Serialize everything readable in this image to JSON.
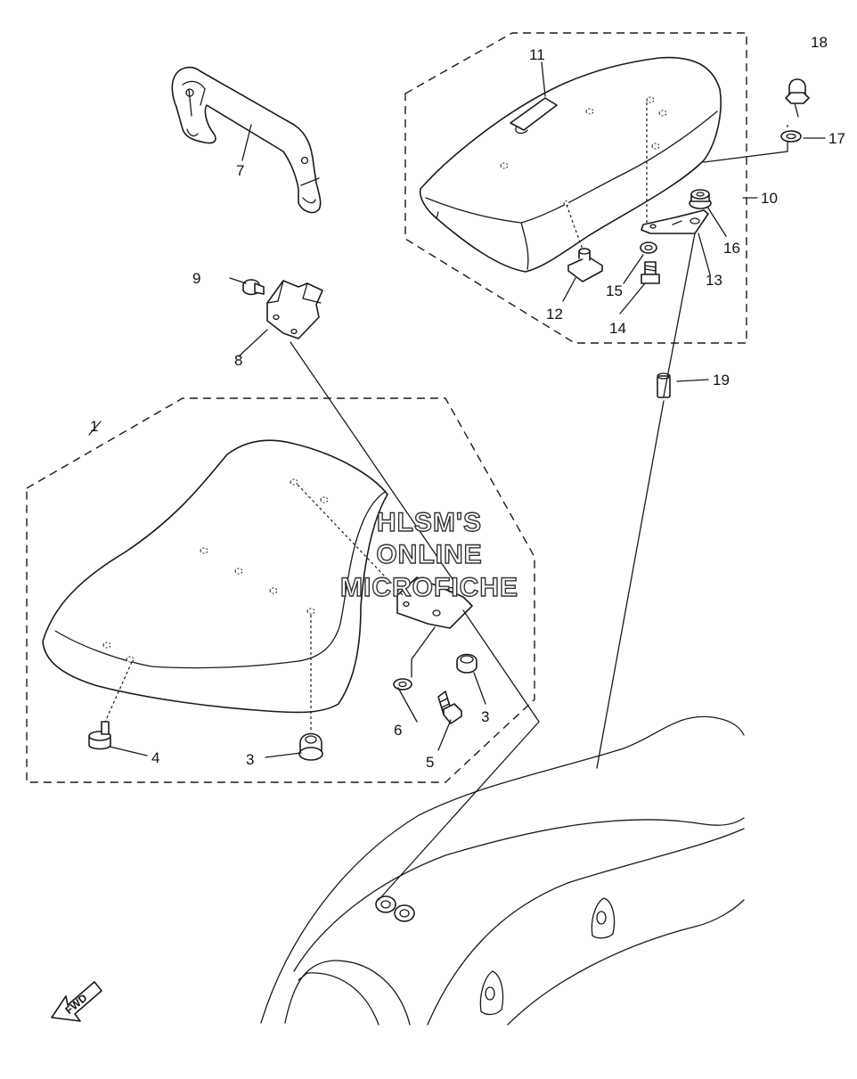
{
  "callouts": {
    "c1": "1",
    "c3a": "3",
    "c3b": "3",
    "c4": "4",
    "c5": "5",
    "c6": "6",
    "c7": "7",
    "c8": "8",
    "c9": "9",
    "c10": "10",
    "c11": "11",
    "c12": "12",
    "c13": "13",
    "c14": "14",
    "c15": "15",
    "c16": "16",
    "c17": "17",
    "c18": "18",
    "c19": "19"
  },
  "watermark": {
    "line1": "HLSM'S",
    "line2": "ONLINE",
    "line3": "MICROFICHE"
  },
  "fwd_label": "FWD"
}
